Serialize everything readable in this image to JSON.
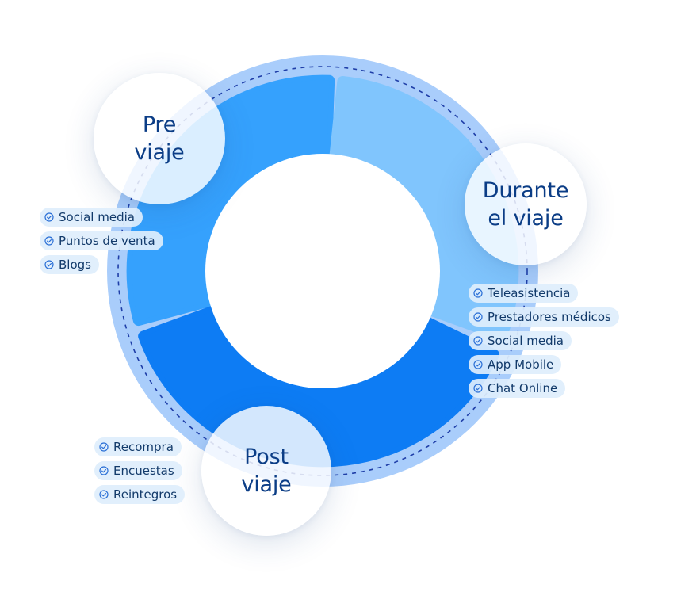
{
  "colors": {
    "ring_outer": "#a9cdfb",
    "segment_pre": "#35a1fd",
    "segment_durante": "#80c5fd",
    "segment_post": "#0d7cf4",
    "dash": "#1f3ea8",
    "title": "#0b3d86",
    "pill_bg": "#deeefc",
    "pill_text": "#123a6a",
    "check": "#2a6fd6"
  },
  "icons": {
    "item": "check-circle-icon"
  },
  "stages": {
    "pre": {
      "title_line1": "Pre",
      "title_line2": "viaje",
      "items": [
        "Social media",
        "Puntos de venta",
        "Blogs"
      ]
    },
    "durante": {
      "title_line1": "Durante",
      "title_line2": "el viaje",
      "items": [
        "Teleasistencia",
        "Prestadores médicos",
        "Social media",
        "App Mobile",
        "Chat Online"
      ]
    },
    "post": {
      "title_line1": "Post",
      "title_line2": "viaje",
      "items": [
        "Recompra",
        "Encuestas",
        "Reintegros"
      ]
    }
  }
}
